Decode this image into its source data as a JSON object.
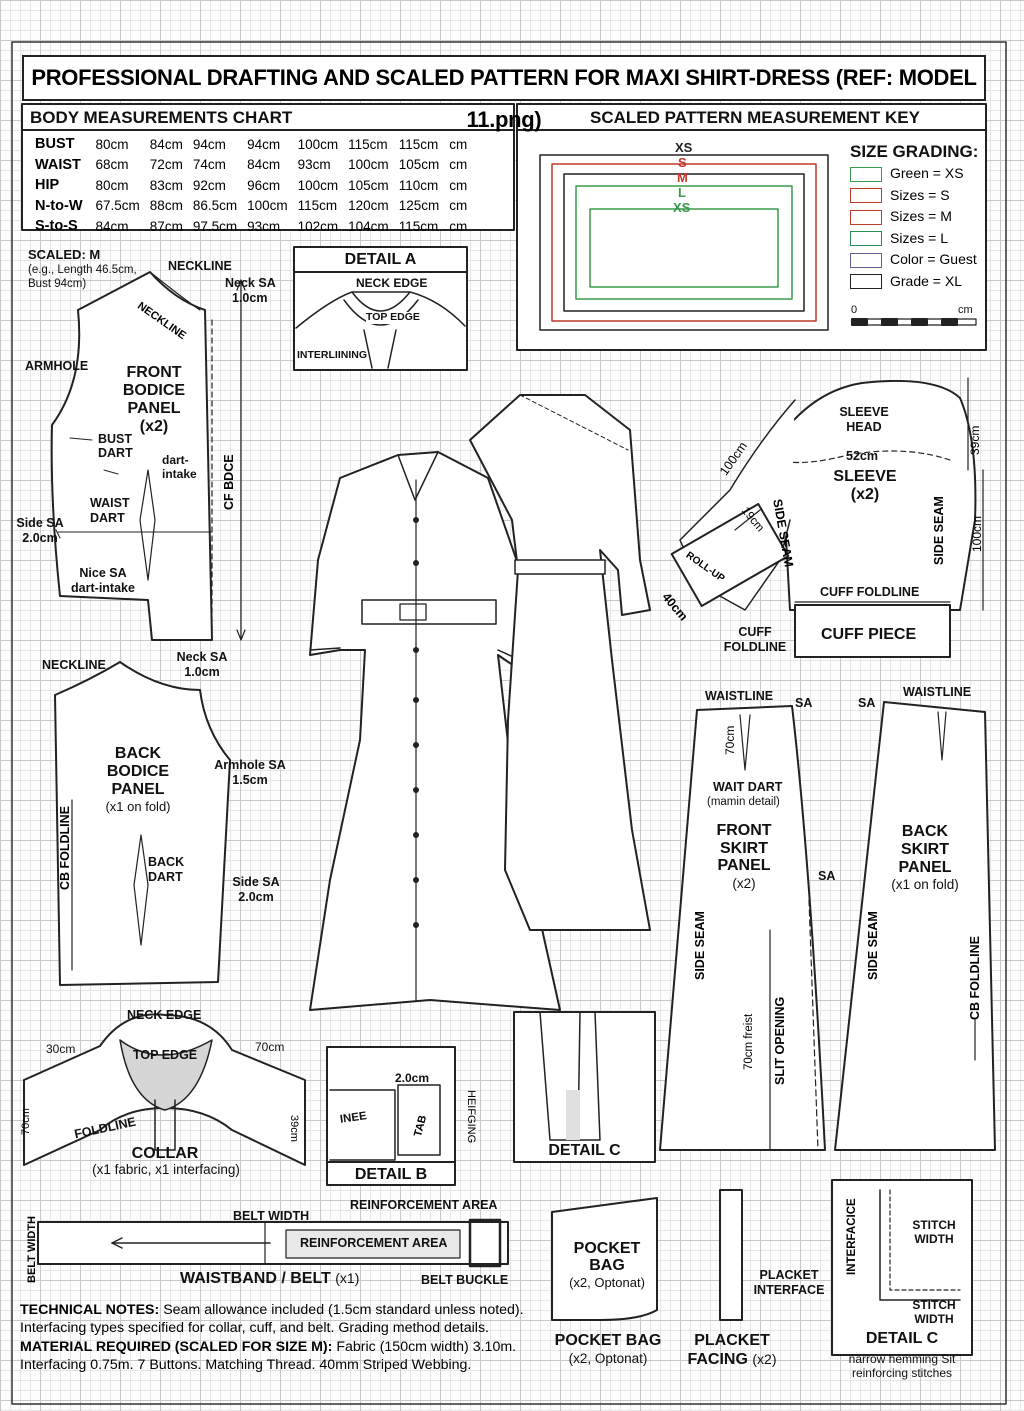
{
  "title": "PROFESSIONAL DRAFTING AND SCALED PATTERN FOR MAXI SHIRT-DRESS (REF: MODEL 11.png)",
  "measurements": {
    "header": "BODY MEASUREMENTS CHART",
    "unit": "cm",
    "rows": [
      {
        "label": "BUST",
        "values": [
          "80cm",
          "84cm",
          "94cm",
          "94cm",
          "100cm",
          "115cm",
          "115cm"
        ]
      },
      {
        "label": "WAIST",
        "values": [
          "68cm",
          "72cm",
          "74cm",
          "84cm",
          "93cm",
          "100cm",
          "105cm"
        ]
      },
      {
        "label": "HIP",
        "values": [
          "80cm",
          "83cm",
          "92cm",
          "96cm",
          "100cm",
          "105cm",
          "110cm"
        ]
      },
      {
        "label": "N-to-W",
        "values": [
          "67.5cm",
          "88cm",
          "86.5cm",
          "100cm",
          "115cm",
          "120cm",
          "125cm"
        ]
      },
      {
        "label": "S-to-S",
        "values": [
          "84cm",
          "87cm",
          "97.5cm",
          "93cm",
          "102cm",
          "104cm",
          "115cm"
        ]
      }
    ]
  },
  "key": {
    "header": "SCALED PATTERN MEASUREMENT KEY",
    "sizes": [
      "XS",
      "S",
      "M",
      "L",
      "XS"
    ],
    "grading_title": "SIZE GRADING:",
    "grading": [
      {
        "label": "Green = XS",
        "color": "#3a9a4a"
      },
      {
        "label": "Sizes = S",
        "color": "#c0392b"
      },
      {
        "label": "Sizes = M",
        "color": "#c0392b"
      },
      {
        "label": "Sizes = L",
        "color": "#2e8b57"
      },
      {
        "label": "Color = Guest",
        "color": "#6a5a9a"
      },
      {
        "label": "Grade = XL",
        "color": "#222222"
      }
    ],
    "scale_zero": "0",
    "scale_unit": "cm"
  },
  "scaled": {
    "line1": "SCALED: M",
    "line2": "(e.g., Length 46.5cm,",
    "line3": "Bust 94cm)"
  },
  "front_bodice": {
    "neckline": "NECKLINE",
    "neckline_diag": "NECKLINE",
    "neck_sa_1": "Neck SA",
    "neck_sa_2": "1.0cm",
    "armhole": "ARMHOLE",
    "title": [
      "FRONT",
      "BODICE",
      "PANEL",
      "(x2)"
    ],
    "bust_dart": [
      "BUST",
      "DART"
    ],
    "dart_intake": [
      "dart-",
      "intake"
    ],
    "waist_dart": [
      "WAIST",
      "DART"
    ],
    "side_sa": [
      "Side SA",
      "2.0cm"
    ],
    "nice_sa": [
      "Nice SA",
      "dart-intake"
    ],
    "cf": "CF BDCE"
  },
  "detail_a": {
    "title": "DETAIL A",
    "neck_edge": "NECK EDGE",
    "top_edge": "TOP EDGE",
    "interlining": "INTERLIINING"
  },
  "back_bodice": {
    "neckline": "NECKLINE",
    "neck_sa": [
      "Neck SA",
      "1.0cm"
    ],
    "title": [
      "BACK",
      "BODICE",
      "PANEL"
    ],
    "sub": "(x1 on fold)",
    "armhole_sa": [
      "Armhole SA",
      "1.5cm"
    ],
    "back_dart": [
      "BACK",
      "DART"
    ],
    "side_sa": [
      "Side SA",
      "2.0cm"
    ],
    "cb": "CB FOLDLINE"
  },
  "sleeve": {
    "head": [
      "SLEEVE",
      "HEAD"
    ],
    "width": "52cm",
    "title": [
      "SLEEVE",
      "(x2)"
    ],
    "side_seam": "SIDE SEAM",
    "cuff_foldline": "CUFF FOLDLINE",
    "cuff_piece": "CUFF PIECE",
    "len_39": "39cm",
    "len_100": "100cm",
    "len_100b": "100cm",
    "cuff_19": "19cm",
    "cuff_40": "40cm",
    "roll_up": "ROLL-UP",
    "cuff_fold2": [
      "CUFF",
      "FOLDLINE"
    ]
  },
  "front_skirt": {
    "waistline": "WAISTLINE",
    "sa": "SA",
    "len_70": "70cm",
    "wait_dart": "WAIT DART",
    "sub_detail": "(mamin detail)",
    "title": [
      "FRONT",
      "SKIRT",
      "PANEL",
      "(x2)"
    ],
    "sa2": "SA",
    "side_seam": "SIDE SEAM",
    "slit": "SLIT OPENING",
    "freist": "70cm freist"
  },
  "back_skirt": {
    "sa": "SA",
    "waistline": "WAISTLINE",
    "title": [
      "BACK",
      "SKIRT",
      "PANEL"
    ],
    "sub": "(x1 on fold)",
    "side_seam": "SIDE SEAM",
    "cb": "CB FOLDLINE"
  },
  "collar": {
    "neck_edge": "NECK EDGE",
    "top_edge": "TOP EDGE",
    "w30": "30cm",
    "w70": "70cm",
    "h70": "70cm",
    "h39": "39cm",
    "foldline": "FOLDLINE",
    "title": "COLLAR",
    "sub": "(x1 fabric, x1 interfacing)"
  },
  "detail_b": {
    "title": "DETAIL B",
    "inee": "INEE",
    "tab": "TAB",
    "w20": "2.0cm",
    "hem": "HEIFGING"
  },
  "detail_c1": {
    "title": "DETAIL C"
  },
  "belt": {
    "width_v": "BELT WIDTH",
    "width": "BELT WIDTH",
    "reinf_top": "REINFORCEMENT AREA",
    "reinf": "REINFORCEMENT AREA",
    "title": "WAISTBAND / BELT",
    "qty": "(x1)",
    "buckle": "BELT BUCKLE"
  },
  "pocket": {
    "inner": [
      "POCKET",
      "BAG",
      "(x2, Optonat)"
    ],
    "label": "POCKET BAG",
    "sub": "(x2, Optonat)"
  },
  "placket": {
    "interface": [
      "PLACKET",
      "INTERFACE"
    ],
    "facing": [
      "PLACKET",
      "FACING"
    ],
    "qty": "(x2)"
  },
  "detail_c2": {
    "interfacice": "INTERFACICE",
    "stitch1": [
      "STITCH",
      "WIDTH"
    ],
    "stitch2": [
      "STITCH",
      "WIDTH"
    ],
    "title": "DETAIL C",
    "sub": [
      "narrow hemming Sit",
      "reinforcing stitches"
    ]
  },
  "notes": {
    "tech_label": "TECHNICAL NOTES:",
    "tech_text": " Seam allowance included (1.5cm standard unless noted). Interfacing types specified for collar, cuff, and belt. Grading method details.",
    "mat_label": "MATERIAL REQUIRED (SCALED FOR SIZE M):",
    "mat_text": " Fabric (150cm width) 3.10m. Interfacing 0.75m. 7 Buttons. Matching Thread. 40mm Striped Webbing."
  }
}
